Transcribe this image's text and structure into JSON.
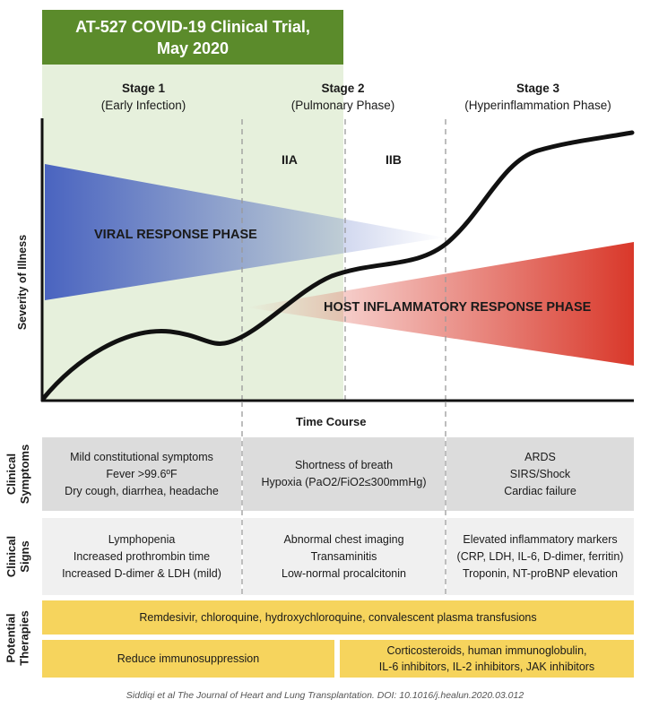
{
  "title": {
    "line1": "AT-527 COVID-19 Clinical Trial,",
    "line2": "May 2020"
  },
  "stages": [
    {
      "name": "Stage 1",
      "desc": "(Early Infection)"
    },
    {
      "name": "Stage 2",
      "desc": "(Pulmonary Phase)"
    },
    {
      "name": "Stage 3",
      "desc": "(Hyperinflammation Phase)"
    }
  ],
  "substages": [
    "IIA",
    "IIB"
  ],
  "phases": {
    "viral": "VIRAL RESPONSE PHASE",
    "host": "HOST INFLAMMATORY RESPONSE PHASE"
  },
  "axes": {
    "y": "Severity of Illness",
    "x": "Time Course"
  },
  "rows": {
    "symptoms": {
      "label_line1": "Clinical",
      "label_line2": "Symptoms",
      "cells": [
        [
          "Mild constitutional symptoms",
          "Fever >99.6ºF",
          "Dry cough, diarrhea, headache"
        ],
        [
          "Shortness of breath",
          "Hypoxia (PaO2/FiO2≤300mmHg)"
        ],
        [
          "ARDS",
          "SIRS/Shock",
          "Cardiac failure"
        ]
      ]
    },
    "signs": {
      "label_line1": "Clinical",
      "label_line2": "Signs",
      "cells": [
        [
          "Lymphopenia",
          "Increased prothrombin time",
          "Increased D-dimer & LDH (mild)"
        ],
        [
          "Abnormal chest imaging",
          "Transaminitis",
          "Low-normal procalcitonin"
        ],
        [
          "Elevated inflammatory markers",
          "(CRP, LDH, IL-6, D-dimer, ferritin)",
          "Troponin, NT-proBNP elevation"
        ]
      ]
    },
    "therapies": {
      "label_line1": "Potential",
      "label_line2": "Therapies",
      "top": "Remdesivir, chloroquine, hydroxychloroquine, convalescent plasma transfusions",
      "bottom_left": "Reduce immunosuppression",
      "bottom_right": [
        "Corticosteroids, human immunoglobulin,",
        "IL-6 inhibitors, IL-2 inhibitors, JAK inhibitors"
      ]
    }
  },
  "citation": "Siddiqi et al The Journal of Heart and Lung Transplantation. DOI: 10.1016/j.healun.2020.03.012",
  "colors": {
    "banner": "#5b8b2b",
    "green_zone": "#e6f0dc",
    "viral": "#4a64c0",
    "host": "#d9382a",
    "therapy": "#f6d45d"
  }
}
